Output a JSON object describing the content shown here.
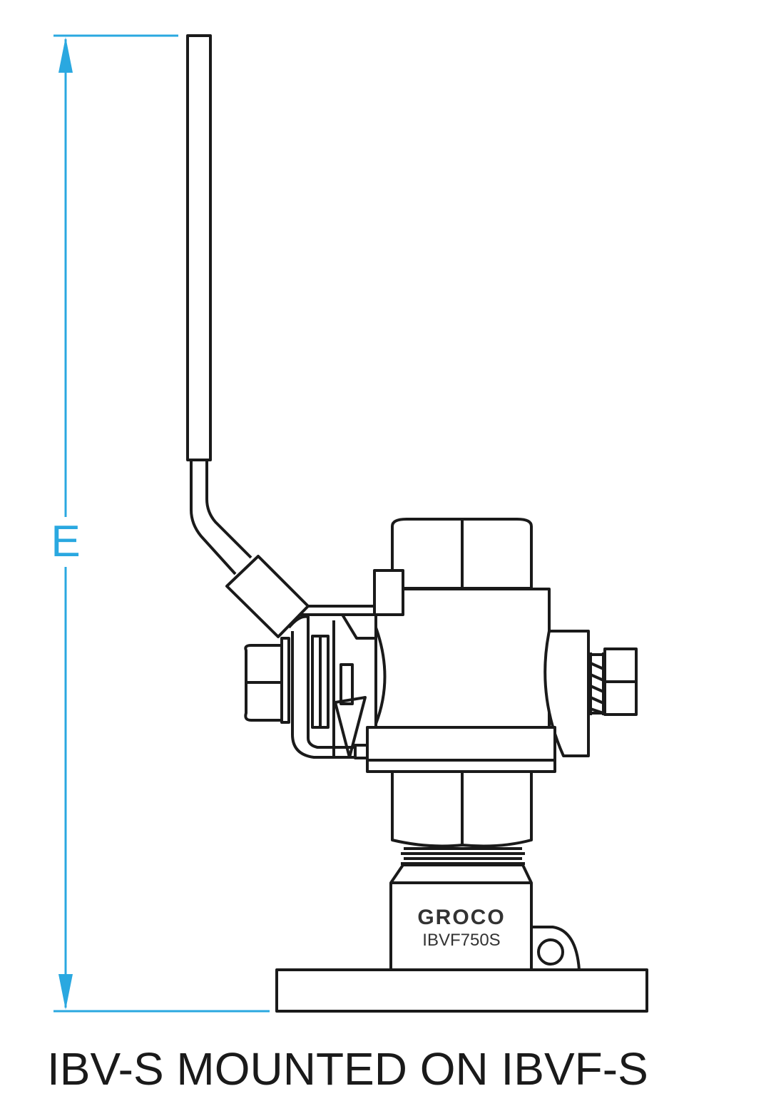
{
  "dimension": {
    "label": "E"
  },
  "part_marking": {
    "brand": "GROCO",
    "model": "IBVF750S"
  },
  "caption": "IBV-S MOUNTED ON IBVF-S",
  "colors": {
    "dimension_line": "#2aa8e0",
    "outline": "#1a1a1a"
  }
}
